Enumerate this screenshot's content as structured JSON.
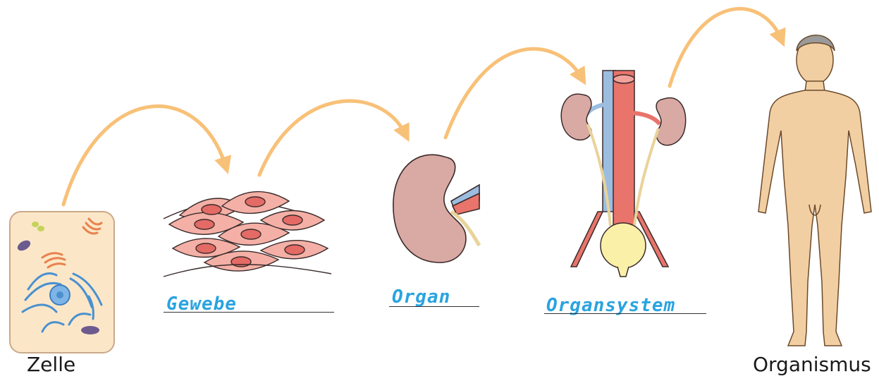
{
  "stages": [
    {
      "id": "zelle",
      "label": "Zelle",
      "image": "cell-illustration"
    },
    {
      "id": "gewebe",
      "answer": "Gewebe",
      "image": "tissue-illustration"
    },
    {
      "id": "organ",
      "answer": "Organ",
      "image": "kidney-illustration"
    },
    {
      "id": "organsystem",
      "answer": "Organsystem",
      "image": "urinary-system-illustration"
    },
    {
      "id": "organismus",
      "label": "Organismus",
      "image": "human-body-illustration"
    }
  ],
  "colors": {
    "arrow": "#f8c178",
    "answer_text": "#2aa3e0",
    "cell_fill": "#fbe7c8",
    "tissue_fill": "#f4b0a6",
    "kidney": "#d9a9a4",
    "artery": "#e8746b",
    "vein": "#9bbde0",
    "skin": "#f2cfa3"
  }
}
